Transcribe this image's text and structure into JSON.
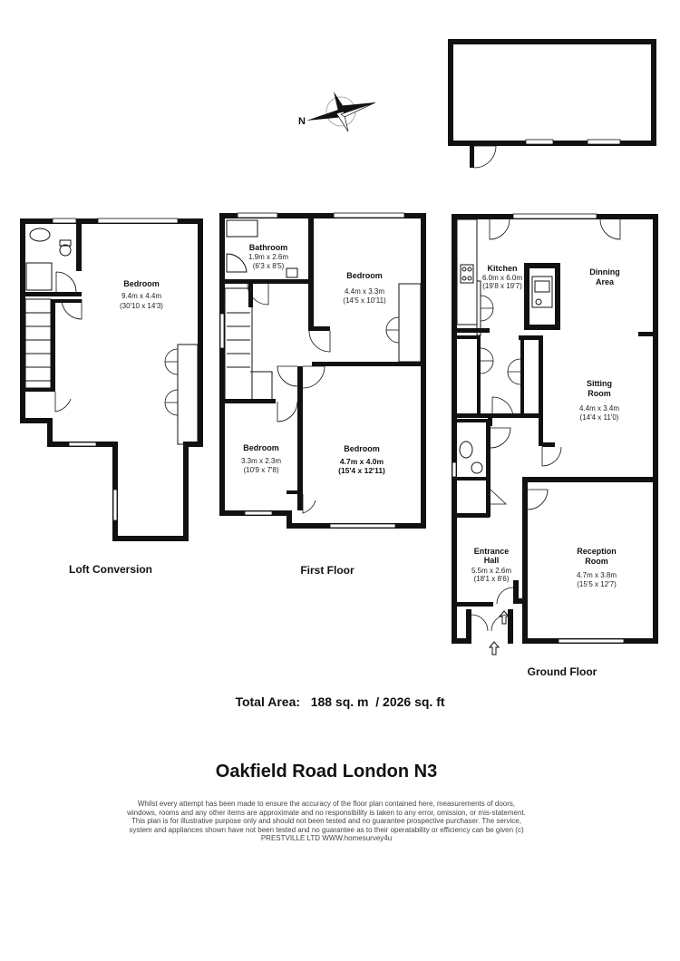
{
  "floors": {
    "loft": "Loft Conversion",
    "first": "First Floor",
    "ground": "Ground Floor"
  },
  "rooms": {
    "loft_bedroom": {
      "name": "Bedroom",
      "metric": "9.4m x 4.4m",
      "imperial": "(30'10 x 14'3)"
    },
    "bathroom": {
      "name": "Bathroom",
      "metric": "1.9m x 2.6m",
      "imperial": "(6'3 x 8'5)"
    },
    "first_bedroom_top": {
      "name": "Bedroom",
      "metric": "4.4m x 3.3m",
      "imperial": "(14'5 x 10'11)"
    },
    "first_bedroom_small": {
      "name": "Bedroom",
      "metric": "3.3m x 2.3m",
      "imperial": "(10'9 x 7'8)"
    },
    "first_bedroom_large": {
      "name": "Bedroom",
      "metric": "4.7m x 4.0m",
      "imperial": "(15'4 x 12'11)"
    },
    "kitchen": {
      "name": "Kitchen",
      "metric": "6.0m x 6.0m",
      "imperial": "(19'8 x 19'7)"
    },
    "dining": {
      "name": "Dinning",
      "name2": "Area"
    },
    "sitting": {
      "name": "Sitting",
      "name2": "Room",
      "metric": "4.4m x 3.4m",
      "imperial": "(14'4 x 11'0)"
    },
    "entrance": {
      "name": "Entrance",
      "name2": "Hall",
      "metric": "5.5m x 2.6m",
      "imperial": "(18'1 x 8'6)"
    },
    "reception": {
      "name": "Reception",
      "name2": "Room",
      "metric": "4.7m x 3.8m",
      "imperial": "(15'5 x 12'7)"
    }
  },
  "compass": {
    "label": "N"
  },
  "total_area": "Total Area:   188 sq. m  / 2026 sq. ft",
  "title": "Oakfield Road London N3",
  "disclaimer": "Whilst every attempt has been made to ensure the accuracy of the floor plan contained here, measurements of doors, windows, rooms and any other items are approximate and no responsibility is taken to any error, omission, or mis-statement. This plan is for illustrative purpose only and should not been tested and no guarantee prospective purchaser. The service, system and appliances shown have not been tested and no guarantee as to their operatability or efficiency can be given (c) PRESTVILLE LTD WWW.homesurvey4u"
}
